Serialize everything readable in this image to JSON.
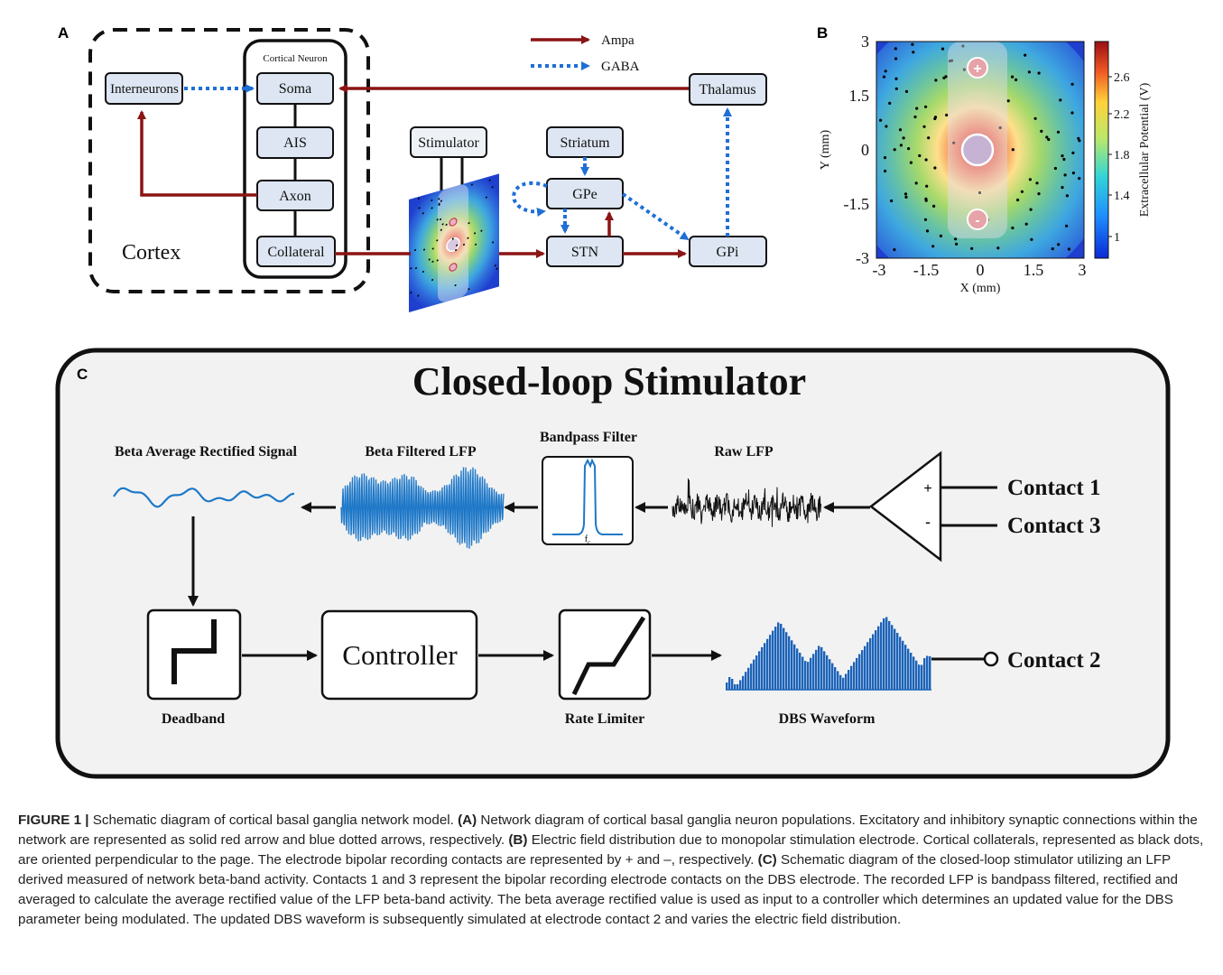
{
  "panel_a": {
    "letter": "A",
    "cortex_label": "Cortex",
    "cortical_neuron_label": "Cortical Neuron",
    "nodes": {
      "interneurons": "Interneurons",
      "soma": "Soma",
      "ais": "AIS",
      "axon": "Axon",
      "collateral": "Collateral",
      "stimulator": "Stimulator",
      "striatum": "Striatum",
      "gpe": "GPe",
      "stn": "STN",
      "gpi": "GPi",
      "thalamus": "Thalamus"
    },
    "legend": {
      "ampa": "Ampa",
      "gaba": "GABA"
    },
    "colors": {
      "ampa": "#8b1414",
      "gaba": "#1f6fd6",
      "node_fill": "#dde6f2"
    }
  },
  "panel_b": {
    "letter": "B",
    "xlabel": "X (mm)",
    "ylabel": "Y (mm)",
    "xticks": [
      "-3",
      "-1.5",
      "0",
      "1.5",
      "3"
    ],
    "yticks": [
      "3",
      "1.5",
      "0",
      "-1.5",
      "-3"
    ],
    "colorbar_label": "Extracellular Potential (V)",
    "colorbar_ticks": [
      "2.6",
      "2.2",
      "1.8",
      "1.4",
      "1"
    ],
    "plus": "+",
    "minus": "-"
  },
  "panel_c": {
    "letter": "C",
    "title": "Closed-loop Stimulator",
    "labels": {
      "beta_avg": "Beta Average Rectified Signal",
      "beta_filtered": "Beta Filtered LFP",
      "bandpass": "Bandpass Filter",
      "raw_lfp": "Raw LFP",
      "deadband": "Deadband",
      "controller": "Controller",
      "rate_limiter": "Rate Limiter",
      "dbs_waveform": "DBS Waveform",
      "contact1": "Contact 1",
      "contact3": "Contact 3",
      "contact2": "Contact 2",
      "fc": "f",
      "fc_sub": "c",
      "plus": "+",
      "minus": "-"
    }
  },
  "caption": {
    "lead": "FIGURE 1 |",
    "intro": " Schematic diagram of cortical basal ganglia network model. ",
    "a_tag": "(A)",
    "a_text": " Network diagram of cortical basal ganglia neuron populations. Excitatory and inhibitory synaptic connections within the network are represented as solid red arrow and blue dotted arrows, respectively. ",
    "b_tag": "(B)",
    "b_text": " Electric field distribution due to monopolar stimulation electrode. Cortical collaterals, represented as black dots, are oriented perpendicular to the page. The electrode bipolar recording contacts are represented by + and –, respectively. ",
    "c_tag": "(C)",
    "c_text": " Schematic diagram of the closed-loop stimulator utilizing an LFP derived measured of network beta-band activity. Contacts 1 and 3 represent the bipolar recording electrode contacts on the DBS electrode. The recorded LFP is bandpass filtered, rectified and averaged to calculate the average rectified value of the LFP beta-band activity. The beta average rectified value is used as input to a controller which determines an updated value for the DBS parameter being modulated. The updated DBS waveform is subsequently simulated at electrode contact 2 and varies the electric field distribution."
  }
}
